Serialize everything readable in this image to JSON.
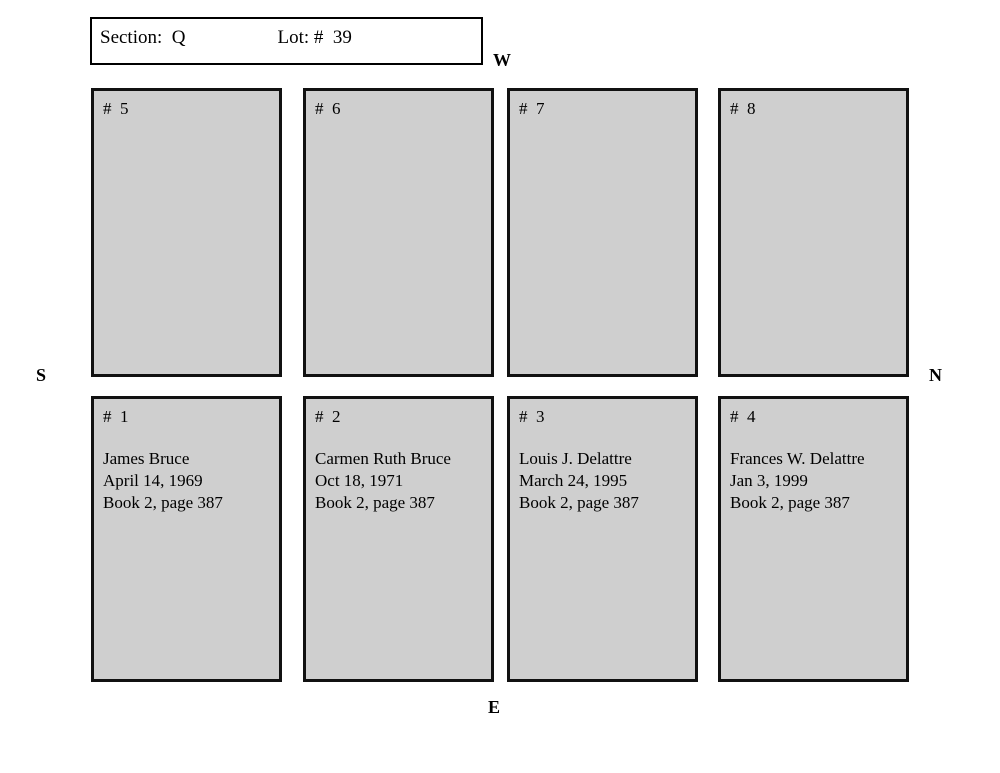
{
  "header": {
    "section_label": "Section:  Q",
    "lot_label": "Lot: #  39"
  },
  "compass": {
    "west": "W",
    "south": "S",
    "north": "N",
    "east": "E"
  },
  "plots": {
    "top_row": [
      {
        "number": "#  5",
        "name": "",
        "date": "",
        "reference": ""
      },
      {
        "number": "#  6",
        "name": "",
        "date": "",
        "reference": ""
      },
      {
        "number": "#  7",
        "name": "",
        "date": "",
        "reference": ""
      },
      {
        "number": "#  8",
        "name": "",
        "date": "",
        "reference": ""
      }
    ],
    "bottom_row": [
      {
        "number": "#  1",
        "name": "James Bruce",
        "date": "April 14, 1969",
        "reference": "Book 2, page 387"
      },
      {
        "number": "#  2",
        "name": "Carmen Ruth Bruce",
        "date": "Oct 18, 1971",
        "reference": "Book 2, page 387"
      },
      {
        "number": "#  3",
        "name": "Louis J. Delattre",
        "date": "March 24, 1995",
        "reference": "Book 2, page 387"
      },
      {
        "number": "#  4",
        "name": "Frances W. Delattre",
        "date": "Jan 3, 1999",
        "reference": "Book 2, page 387"
      }
    ]
  },
  "colors": {
    "plot_fill": "#cfcfcf",
    "plot_border": "#111111",
    "page_background": "#ffffff",
    "text": "#000000"
  }
}
